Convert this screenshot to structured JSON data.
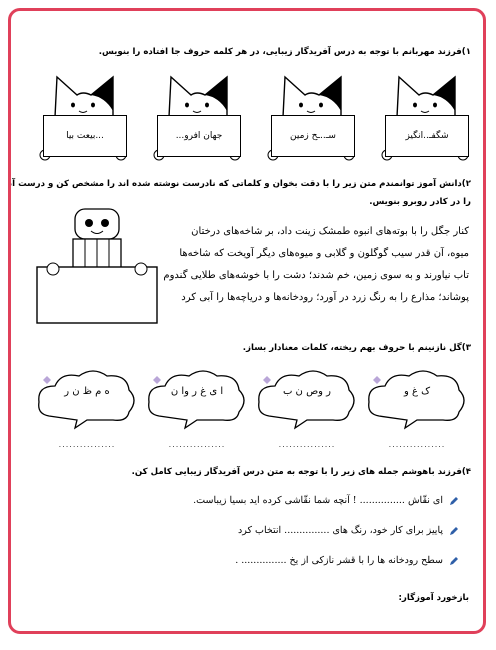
{
  "q1": {
    "text": "۱)فرزند مهربانم با توجه به درس آفریدگار زیبایی، در هر کلمه حروف جا افتاده را بنویس."
  },
  "cats": [
    {
      "word": "شگفـ..انگیز"
    },
    {
      "word": "سـ..ـح زمین"
    },
    {
      "word": "جهان افرو..."
    },
    {
      "word": "...بیعت بیا"
    }
  ],
  "q2": {
    "line1": "۲)دانش آموز توانمندم متن زیر را با دقت بخوان و کلماتی که نادرست نوشته شده اند را مشخص کن و درست آنها",
    "line2": "را در کادر روبرو بنویس."
  },
  "passage": [
    "کنار جگل را با بوته‌های انبوه طمشک زینت داد، بر شاخه‌های درختان",
    "میوه، آن قدر سیب گوگلون و گلابی و میوه‌های دیگر آویخت که شاخه‌ها",
    "تاب نیاورند و به سوی زمین، خم شدند؛ دشت را با خوشه‌های طلایی گندوم",
    "پوشاند؛ مذارع را به رنگ زرد در آورد؛ رودخانه‌ها و دریاچه‌ها را آبی کرد"
  ],
  "q3": {
    "text": "۳)گل نازنینم با حروف بهم ریخته، کلمات معنادار بساز."
  },
  "clouds": [
    {
      "letters": "ک غ و",
      "blank": "................"
    },
    {
      "letters": "ر وص ن ب",
      "blank": "................"
    },
    {
      "letters": "ا ی غ ر وا ن",
      "blank": "................"
    },
    {
      "letters": "ه م ظ ن ر",
      "blank": "................"
    }
  ],
  "q4": {
    "text": "۴)فرزند باهوشم جمله های زیر را با توجه به متن درس آفریدگار زیبایی کامل کن."
  },
  "sentences": [
    "ای نقّاش ............... ! آنچه شما نقّاشی کرده اید بسیا زیباست.",
    "پاییز برای کار خود، رنگ های ............... انتخاب کرد",
    "سطح رودخانه ها را با قشر نازکی از یخ ............... ."
  ],
  "feedback": {
    "label": "بازخورد آموزگار:"
  },
  "colors": {
    "border": "#e0405a",
    "heart": "#b9a6d8",
    "pen": "#2f5fa8"
  }
}
